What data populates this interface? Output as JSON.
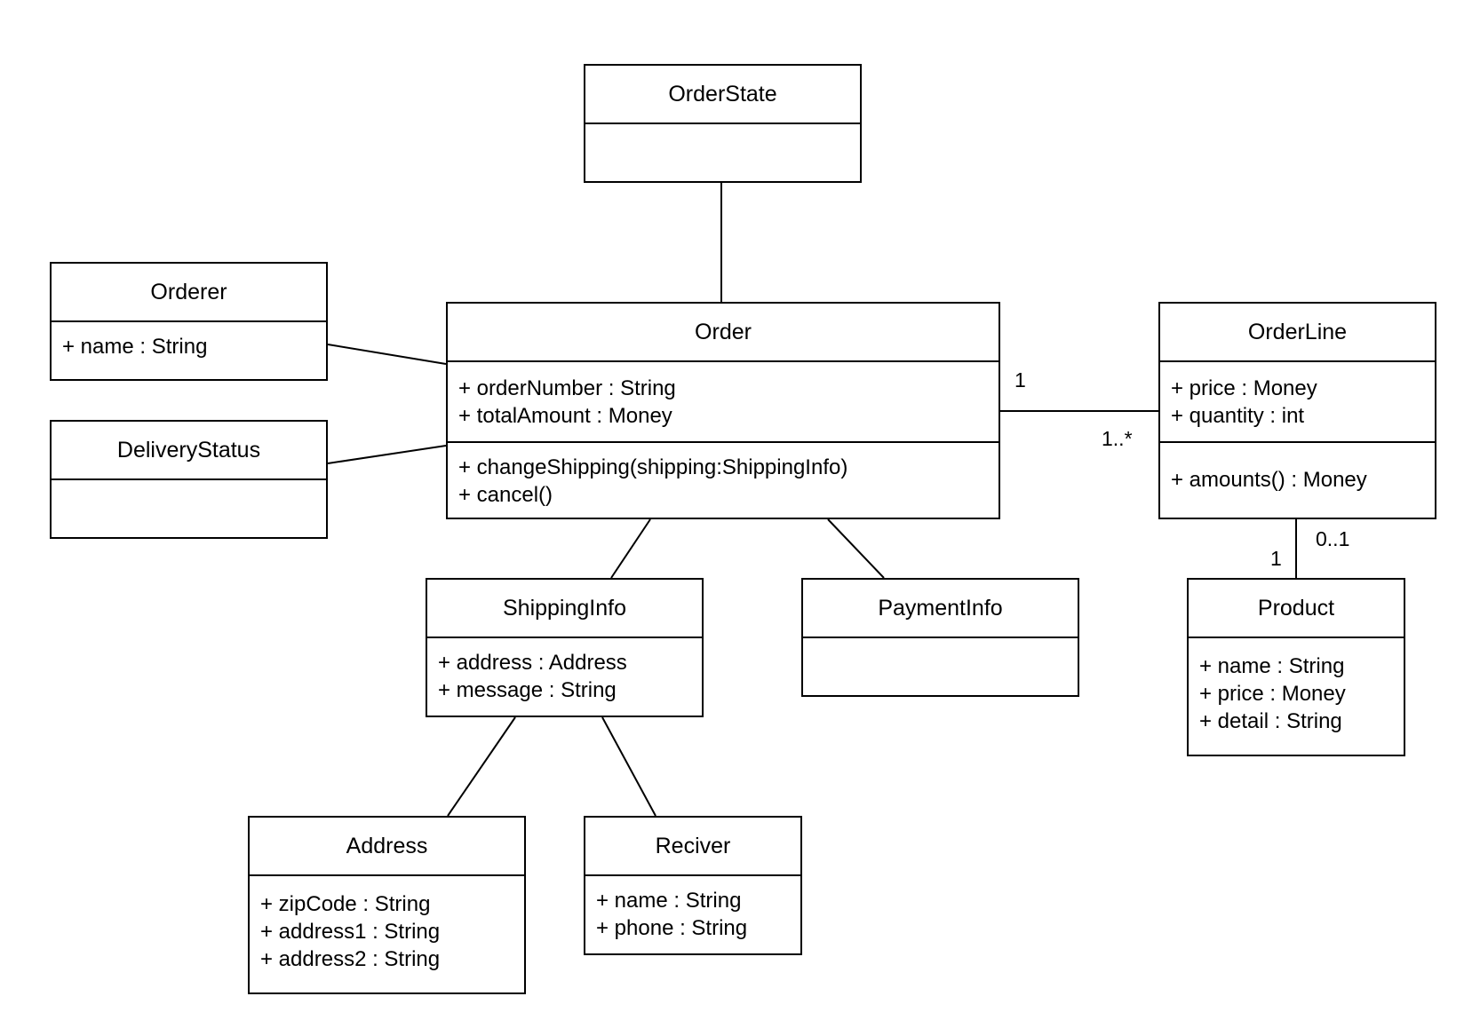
{
  "classes": {
    "order_state": {
      "name": "OrderState",
      "attributes": [],
      "operations": []
    },
    "orderer": {
      "name": "Orderer",
      "attributes": [
        "+ name : String"
      ],
      "operations": []
    },
    "delivery_status": {
      "name": "DeliveryStatus",
      "attributes": [],
      "operations": []
    },
    "order": {
      "name": "Order",
      "attributes": [
        "+ orderNumber : String",
        "+ totalAmount : Money"
      ],
      "operations": [
        "+ changeShipping(shipping:ShippingInfo)",
        "+ cancel()"
      ]
    },
    "order_line": {
      "name": "OrderLine",
      "attributes": [
        "+ price : Money",
        "+ quantity : int"
      ],
      "operations": [
        "+ amounts() : Money"
      ]
    },
    "shipping_info": {
      "name": "ShippingInfo",
      "attributes": [
        "+ address : Address",
        "+ message : String"
      ],
      "operations": []
    },
    "payment_info": {
      "name": "PaymentInfo",
      "attributes": [],
      "operations": []
    },
    "product": {
      "name": "Product",
      "attributes": [
        "+ name : String",
        "+ price : Money",
        "+ detail : String"
      ],
      "operations": []
    },
    "address": {
      "name": "Address",
      "attributes": [
        "+ zipCode : String",
        "+ address1 : String",
        "+ address2 : String"
      ],
      "operations": []
    },
    "reciver": {
      "name": "Reciver",
      "attributes": [
        "+ name : String",
        "+ phone : String"
      ],
      "operations": []
    }
  },
  "multiplicities": {
    "order_orderline_near_order": "1",
    "order_orderline_near_orderline": "1..*",
    "orderline_product_near_orderline": "0..1",
    "orderline_product_near_product": "1"
  }
}
